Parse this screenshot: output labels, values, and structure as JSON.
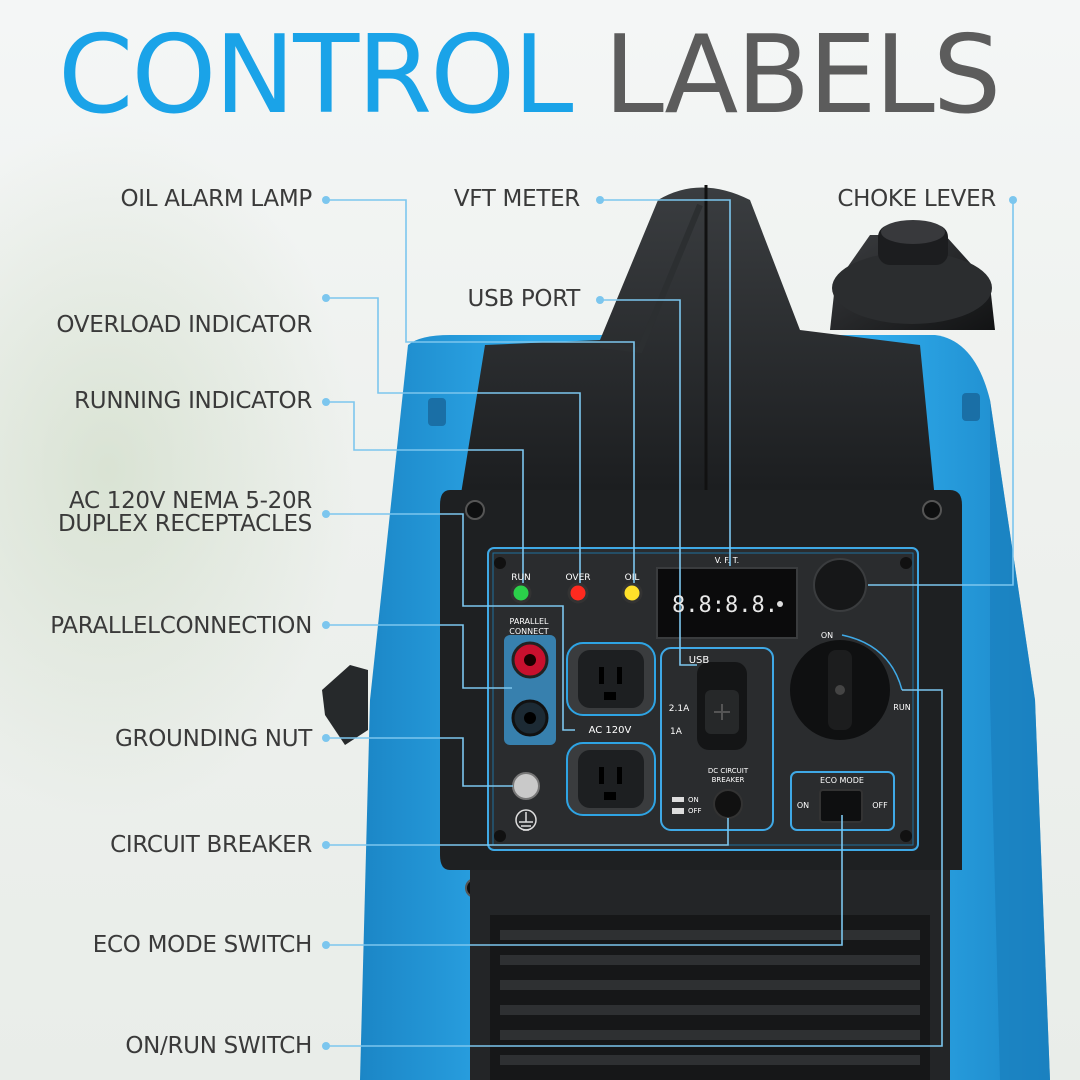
{
  "title": {
    "part1": "CONTROL",
    "part2": "LABELS"
  },
  "callouts": {
    "oil_alarm_lamp": "OIL ALARM LAMP",
    "overload_indicator": "OVERLOAD INDICATOR",
    "running_indicator": "RUNNING INDICATOR",
    "ac_receptacles_line1": "AC 120V NEMA 5-20R",
    "ac_receptacles_line2": "DUPLEX RECEPTACLES",
    "parallel_connection": "PARALLELCONNECTION",
    "grounding_nut": "GROUNDING NUT",
    "circuit_breaker": "CIRCUIT BREAKER",
    "eco_mode_switch": "ECO MODE SWITCH",
    "on_run_switch": "ON/RUN SWITCH",
    "vft_meter": "VFT METER",
    "usb_port": "USB PORT",
    "choke_lever": "CHOKE LEVER"
  },
  "panel": {
    "run": "RUN",
    "over": "OVER",
    "oil": "OIL",
    "vft": "V. F. T.",
    "vft_display": "8.8:8.8.",
    "parallel_line1": "PARALLEL",
    "parallel_line2": "CONNECT",
    "ac_120v": "AC 120V",
    "usb": "USB",
    "usb_21a": "2.1A",
    "usb_1a": "1A",
    "dc_breaker_line1": "DC CIRCUIT",
    "dc_breaker_line2": "BREAKER",
    "dc_on": "ON",
    "dc_off": "OFF",
    "knob_on": "ON",
    "knob_run": "RUN",
    "eco_mode": "ECO MODE",
    "eco_on": "ON",
    "eco_off": "OFF"
  },
  "colors": {
    "title_blue": "#1aa3e8",
    "title_gray": "#5c5c5c",
    "body_blue": "#2ea4e4",
    "leader_line": "#7cc6ee",
    "run_led": "#2bd14a",
    "over_led": "#ff2a1f",
    "oil_led": "#ffe12a"
  }
}
